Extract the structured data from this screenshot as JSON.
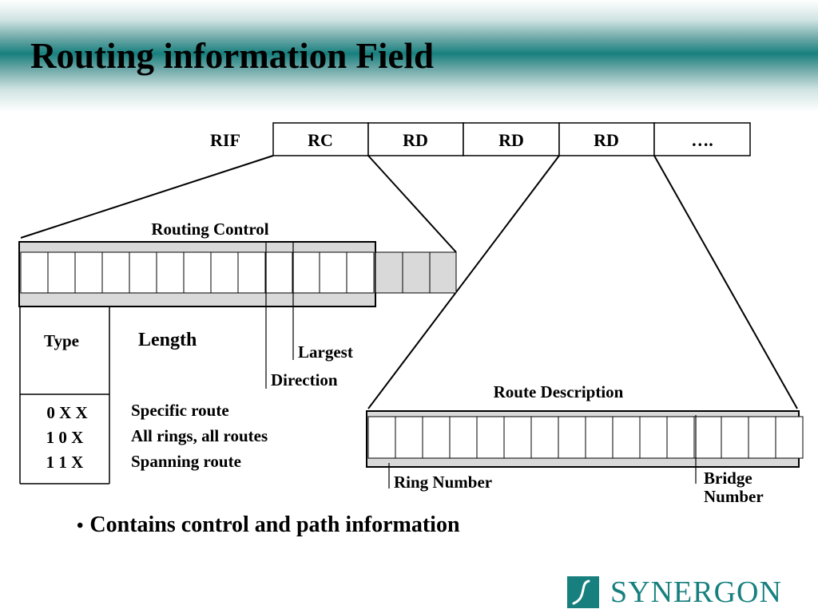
{
  "title": "Routing information Field",
  "rif": {
    "label": "RIF",
    "fields": [
      "RC",
      "RD",
      "RD",
      "RD",
      "…."
    ]
  },
  "routing_control": {
    "heading": "Routing Control",
    "type_label": "Type",
    "length_label": "Length",
    "largest_label": "Largest",
    "direction_label": "Direction",
    "type_codes": [
      "0 X X",
      "1 0 X",
      "1 1 X"
    ],
    "type_meanings": [
      "Specific route",
      "All rings, all routes",
      "Spanning route"
    ]
  },
  "route_description": {
    "heading": "Route Description",
    "ring_label": "Ring Number",
    "bridge_label_line1": "Bridge",
    "bridge_label_line2": "Number"
  },
  "bullet": "Contains control and path information",
  "logo": {
    "name": "SYNERGON",
    "color": "#17807e"
  },
  "colors": {
    "title_band": "#17807e",
    "reserved_bits": "#d9d9d9"
  }
}
